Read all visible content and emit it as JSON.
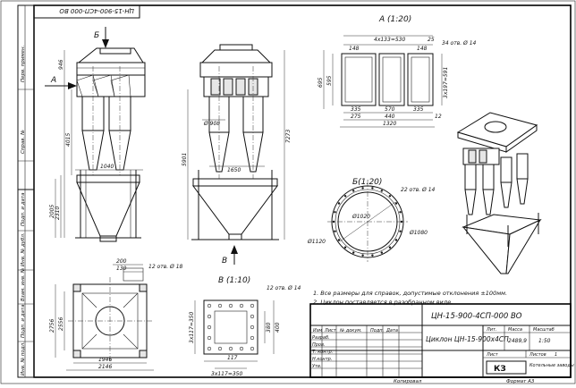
{
  "title_block": {
    "doc_code": "ЦН-15-900-4СП-000 ВО",
    "doc_code_rotated": "ЦН-15-900-4СП-000 ВО",
    "product_name": "Циклон ЦН-15-900х4СП",
    "mass": "2489,9",
    "scale": "1:50",
    "col_mass": "Масса",
    "col_scale": "Масштаб",
    "col_lit": "Лит.",
    "rows": [
      "Изм",
      "Лист",
      "№ докум.",
      "Подп.",
      "Дата"
    ],
    "roles": [
      "Разраб.",
      "Пров.",
      "Т. контр.",
      "Н.контр.",
      "Утв."
    ],
    "sheet_label": "Лист",
    "sheets_label": "Листов",
    "sheets_value": "1",
    "company": "Котельные заводы",
    "logo_text": "КЗ",
    "copied": "Копировал",
    "format": "Формат А3"
  },
  "side_strip": [
    "Перв. примен.",
    "Справ. №",
    "Подп. и дата",
    "Инв. № дубл.",
    "Взам. инв. №",
    "Подп. и дата",
    "Инв. № подл."
  ],
  "notes": [
    "1. Все размеры для справок, допустимые отклонения ±100мм.",
    "2. Циклон поставляется в разобранном виде."
  ],
  "views": {
    "view_a": "А (1:20)",
    "view_b": "Б(1:20)",
    "view_v": "В (1:10)",
    "arrow_a": "А",
    "arrow_b": "Б",
    "arrow_v": "В"
  },
  "dims": {
    "front_946": "946",
    "front_4015": "4015",
    "front_1040": "1040",
    "front_2310": "2310",
    "front_2005": "2005",
    "side_908": "Ø 908",
    "side_7273": "7273",
    "side_5901": "5901",
    "side_1650": "1650",
    "a_top": "4х133=530",
    "a_148a": "148",
    "a_148b": "148",
    "a_25": "25",
    "a_34": "34 отв. Ø 14",
    "a_595": "595",
    "a_695": "695",
    "a_3x197": "3х197=591",
    "a_335a": "335",
    "a_570": "570",
    "a_335b": "335",
    "a_275": "275",
    "a_440": "440",
    "a_1320": "1320",
    "a_12": "12",
    "b_22": "22 отв. Ø 14",
    "b_1020": "Ø1020",
    "b_1080": "Ø1080",
    "b_1120": "Ø1120",
    "bot_200": "200",
    "bot_130": "130",
    "bot_12": "12 отв. Ø 18",
    "bot_2756": "2756",
    "bot_2556": "2556",
    "bot_1946": "1946",
    "bot_2146": "2146",
    "v_12": "12 отв. Ø 14",
    "v_3x117": "3х117=350",
    "v_380": "380",
    "v_400": "400",
    "v_117": "117",
    "v_3x117b": "3х117=350"
  }
}
